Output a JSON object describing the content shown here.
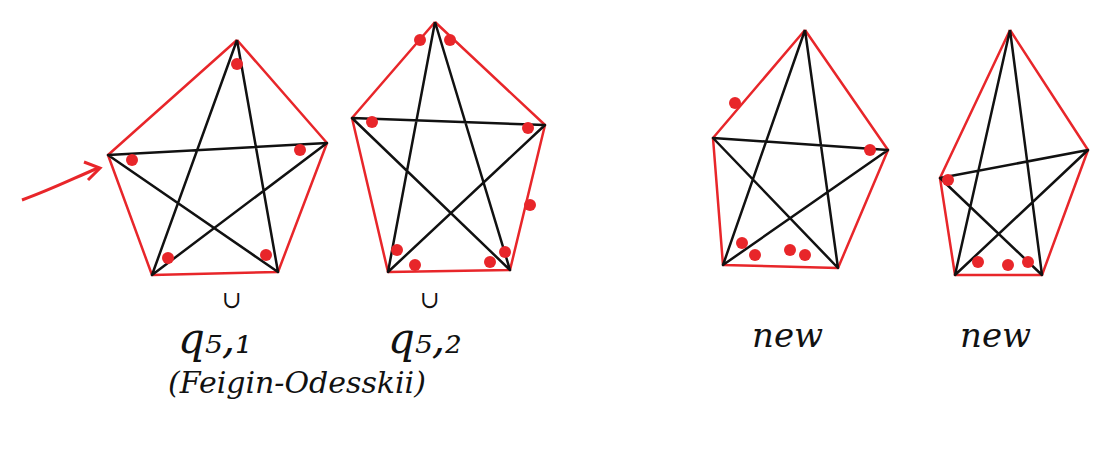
{
  "diagram": {
    "labels": [
      "∪",
      "∪",
      "q₅,₁",
      "q₅,₂",
      "(Feigin-Odesskii)",
      "new",
      "new"
    ]
  }
}
